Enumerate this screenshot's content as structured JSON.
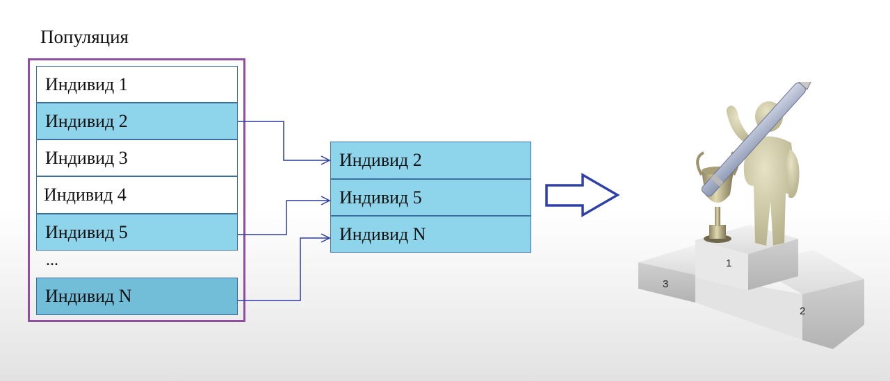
{
  "population": {
    "title": "Популяция",
    "individuals": [
      {
        "label": "Индивид 1",
        "selected": false
      },
      {
        "label": "Индивид 2",
        "selected": true
      },
      {
        "label": "Индивид 3",
        "selected": false
      },
      {
        "label": "Индивид 4",
        "selected": false
      },
      {
        "label": "Индивид 5",
        "selected": true
      }
    ],
    "ellipsis": "...",
    "last": {
      "label": "Индивид N",
      "selected": true
    }
  },
  "selected": [
    "Индивид 2",
    "Индивид 5",
    "Индивид N"
  ],
  "podium": {
    "places": [
      "1",
      "2",
      "3"
    ]
  },
  "colors": {
    "frame": "#8e4f9c",
    "selected_fill": "#8ed4ea",
    "connector": "#2a3a9c",
    "arrow": "#2f3fa8"
  }
}
